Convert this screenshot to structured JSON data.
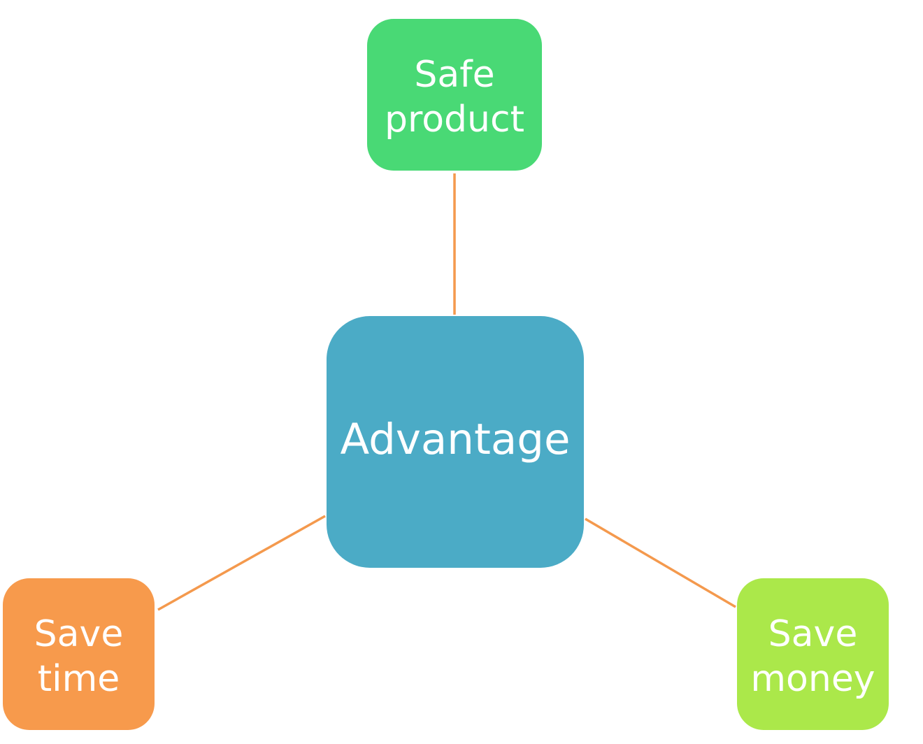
{
  "diagram": {
    "connector_color": "#F4994D",
    "center": {
      "label": "Advantage",
      "color": "#4BABC6"
    },
    "top": {
      "label": "Safe\nproduct",
      "color": "#49D975"
    },
    "left": {
      "label": "Save\ntime",
      "color": "#F79A4C"
    },
    "right": {
      "label": "Save\nmoney",
      "color": "#ABE84A"
    }
  }
}
